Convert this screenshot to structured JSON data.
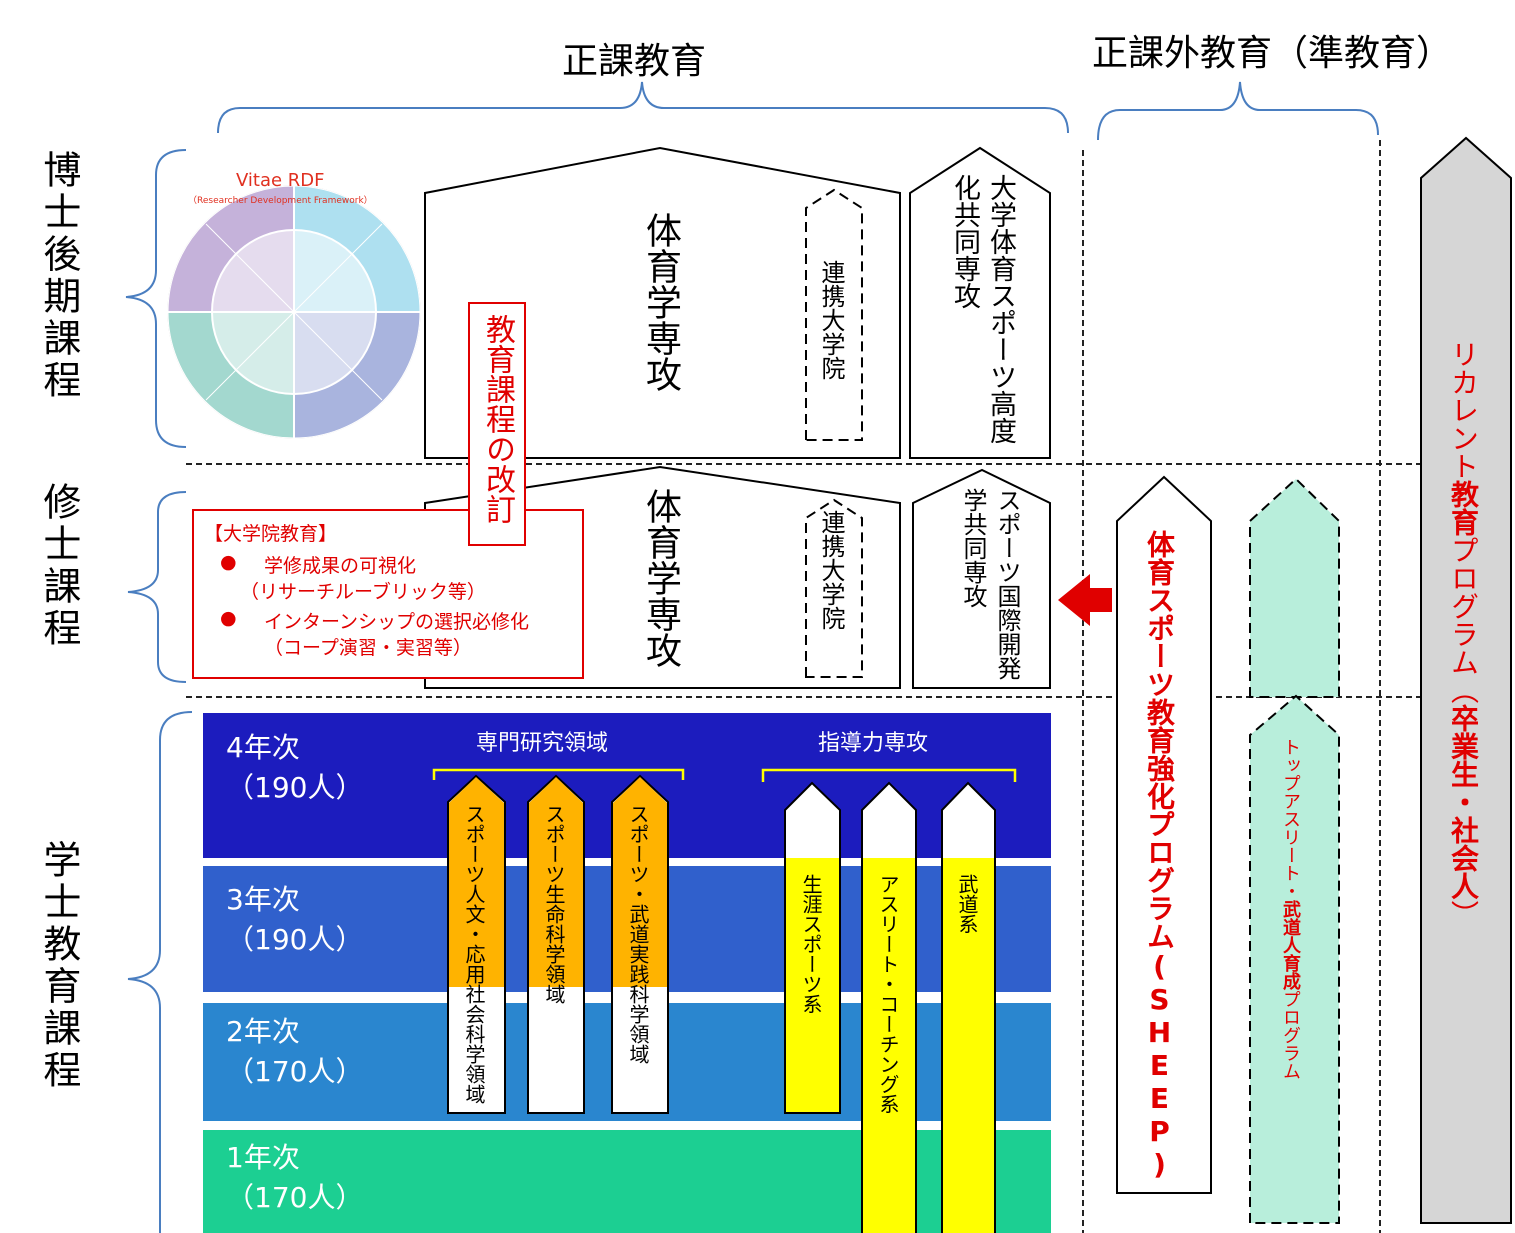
{
  "headers": {
    "regular": "正課教育",
    "extra": "正課外教育（準教育）"
  },
  "stages": {
    "doctoral": "博士後期課程",
    "master": "修士課程",
    "bachelor": "学士教育課程"
  },
  "vitae": {
    "title": "Vitae RDF",
    "subtitle": "（Researcher Development Framework）"
  },
  "doctoral": {
    "major": "体育学専攻",
    "partner": "連携大学院",
    "joint": "大学体育スポーツ高度化共同専攻"
  },
  "revision": "教育課程の改訂",
  "master": {
    "major": "体育学専攻",
    "partner": "連携大学院",
    "joint": "スポーツ国際開発学共同専攻"
  },
  "grad_box": {
    "title": "【大学院教育】",
    "bullet": "●",
    "item1": "学修成果の可視化",
    "item1_sub": "（リサーチルーブリック等）",
    "item2": "インターンシップの選択必修化",
    "item2_sub": "（コープ演習・実習等）"
  },
  "years": [
    {
      "label": "4年次",
      "count": "（190人）"
    },
    {
      "label": "3年次",
      "count": "（190人）"
    },
    {
      "label": "2年次",
      "count": "（170人）"
    },
    {
      "label": "1年次",
      "count": "（170人）"
    }
  ],
  "groups": {
    "research": "専門研究領域",
    "coaching": "指導力専攻"
  },
  "research_fields": [
    "スポーツ人文・応用社会科学領域",
    "スポーツ生命科学領域",
    "スポーツ・武道実践科学領域"
  ],
  "coaching_fields": [
    "生涯スポーツ系",
    "アスリート・コーチング系",
    "武道系"
  ],
  "programs": {
    "sheep": "体育スポーツ教育強化プログラム(SHEEP)",
    "top_a": "トップアスリート・",
    "top_b": "武道人育成",
    "top_c": "プログラム",
    "recurrent_a": "リカレント",
    "recurrent_b": "教育",
    "recurrent_c": "プログラム（",
    "recurrent_d": "卒業生・社会人",
    "recurrent_e": "）"
  },
  "colors": {
    "year4": "#1c1cbe",
    "year3": "#3060cc",
    "year2": "#2a86cf",
    "year1": "#1ccf92",
    "orange": "#ffb300",
    "yellow": "#ffff00",
    "red": "#e00000",
    "mint": "#b8eedb",
    "gray": "#d6d6d6"
  }
}
